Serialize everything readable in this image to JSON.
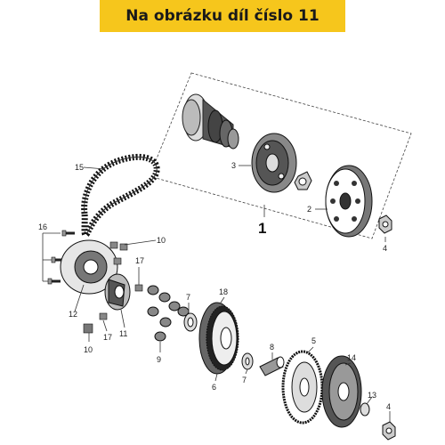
{
  "header": {
    "title": "Na obrázku díl číslo 11"
  },
  "labels": {
    "l1": "1",
    "l2": "2",
    "l3": "3",
    "l4a": "4",
    "l4b": "4",
    "l5": "5",
    "l6": "6",
    "l7a": "7",
    "l7b": "7",
    "l8": "8",
    "l9": "9",
    "l10a": "10",
    "l10b": "10",
    "l11": "11",
    "l12": "12",
    "l13": "13",
    "l14": "14",
    "l15": "15",
    "l16": "16",
    "l17a": "17",
    "l17b": "17",
    "l18": "18"
  }
}
